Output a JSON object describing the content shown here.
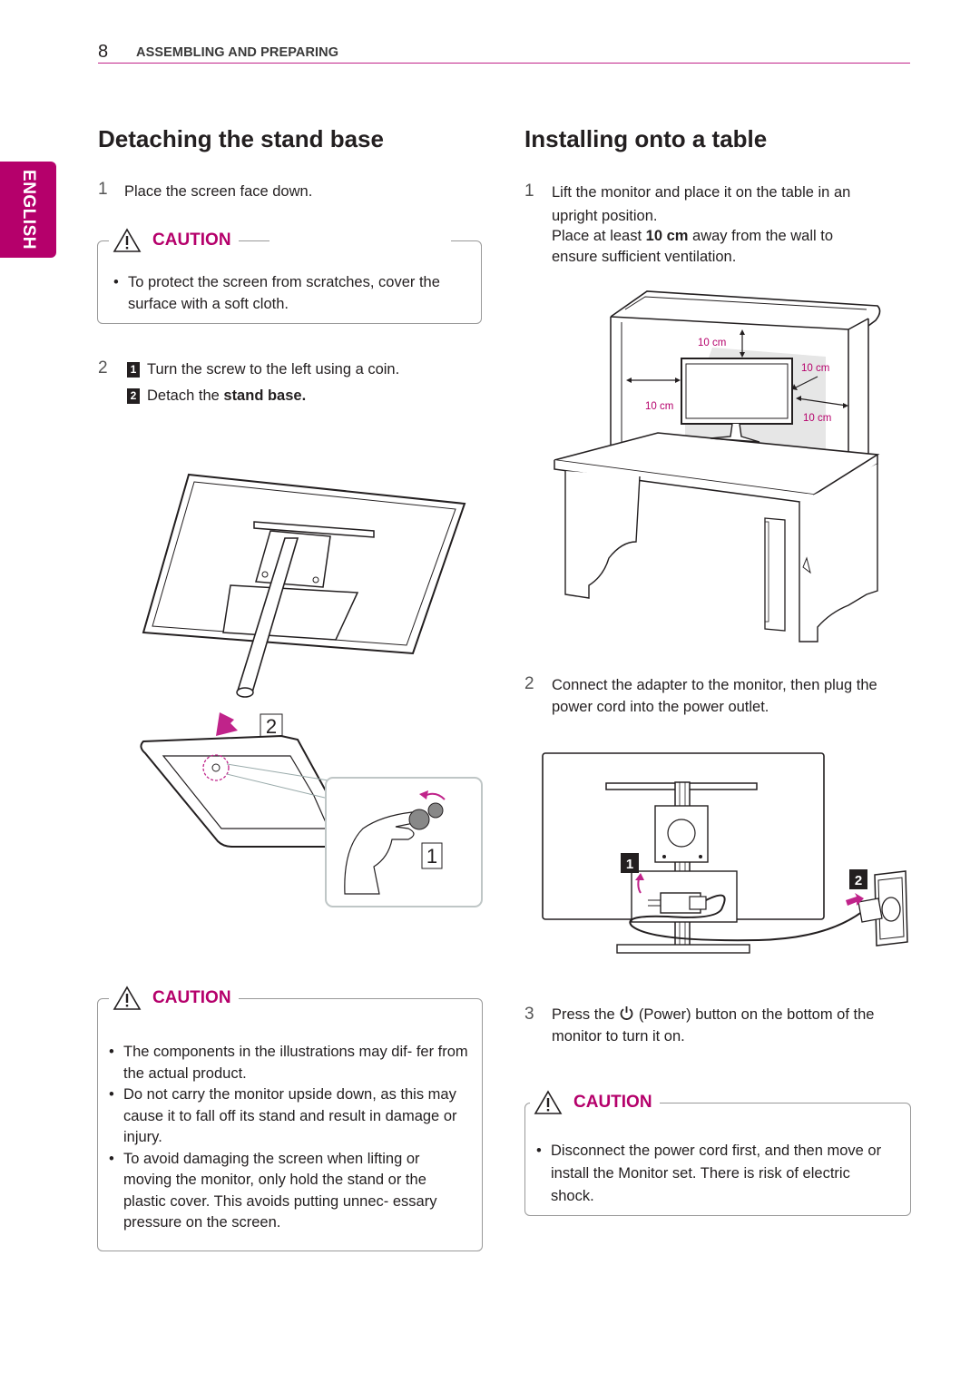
{
  "header": {
    "page_number": "8",
    "section_title": "ASSEMBLING AND PREPARING"
  },
  "side_tab": {
    "label": "ENGLISH"
  },
  "left": {
    "title": "Detaching the stand base",
    "step1": {
      "num": "1",
      "text": "Place the screen face down."
    },
    "caution1": {
      "label": "CAUTION",
      "items": [
        "To protect the screen from scratches, cover the surface with a soft cloth."
      ]
    },
    "step2": {
      "num": "2",
      "sub1_num": "1",
      "sub1_text": "Turn the screw to the left using a coin.",
      "sub2_num": "2",
      "sub2_prefix": "Detach the ",
      "sub2_bold": "stand base."
    },
    "figure": {
      "callout1": "1",
      "callout2": "2"
    },
    "caution2": {
      "label": "CAUTION",
      "items": [
        "The components in the illustrations may dif- fer from the actual product.",
        "Do not carry the monitor upside down, as this may cause it to fall off its stand and result in damage or injury.",
        "To avoid damaging the screen when lifting or moving the monitor, only hold the stand or the plastic cover. This avoids putting unnec- essary pressure on the screen."
      ]
    }
  },
  "right": {
    "title": "Installing onto a table",
    "step1": {
      "num": "1",
      "line1": "Lift the monitor and place it on the table in an",
      "line2": "upright position.",
      "line3_prefix": "Place at least ",
      "line3_bold": "10 cm",
      "line3_suffix": " away from the wall to",
      "line4": "ensure sufficient ventilation."
    },
    "desk_figure": {
      "labels": [
        "10 cm",
        "10 cm",
        "10 cm",
        "10 cm"
      ]
    },
    "step2": {
      "num": "2",
      "text": "Connect the adapter to the monitor, then plug the power cord into the power outlet."
    },
    "power_figure": {
      "callout1": "1",
      "callout2": "2"
    },
    "step3": {
      "num": "3",
      "prefix": "Press the ",
      "suffix": " (Power) button on the bottom of the monitor to turn it on."
    },
    "caution3": {
      "label": "CAUTION",
      "items": [
        "Disconnect the power cord first, and then move or install the Monitor set. There is risk of electric shock."
      ]
    }
  }
}
